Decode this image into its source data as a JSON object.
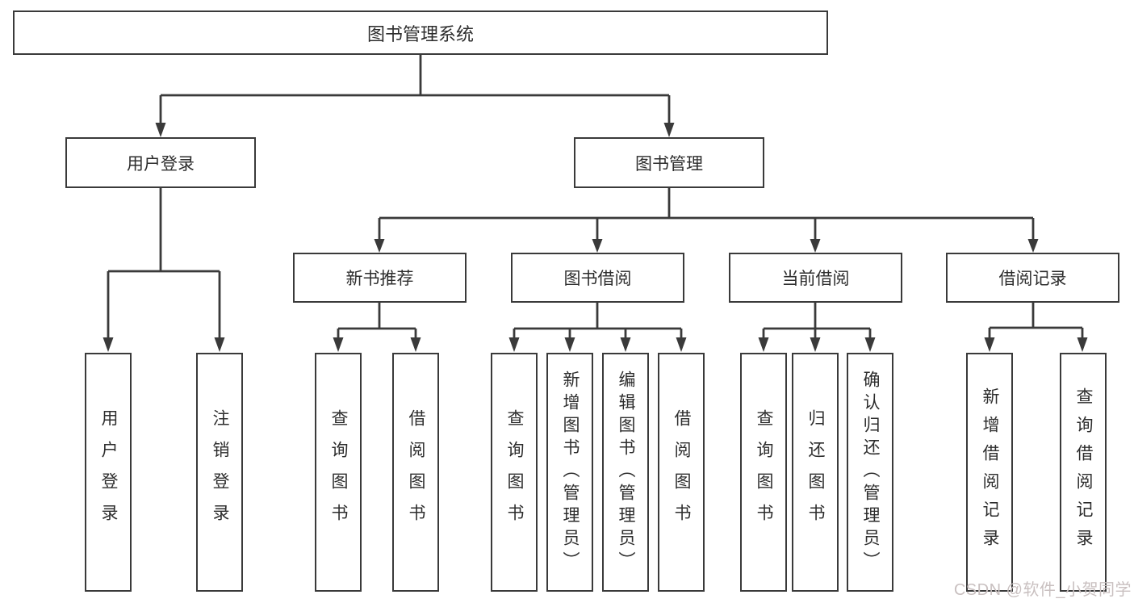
{
  "tree": {
    "label": "图书管理系统",
    "children": [
      {
        "label": "用户登录",
        "children": [
          {
            "label": "用户登录"
          },
          {
            "label": "注销登录"
          }
        ]
      },
      {
        "label": "图书管理",
        "children": [
          {
            "label": "新书推荐",
            "children": [
              {
                "label": "查询图书"
              },
              {
                "label": "借阅图书"
              }
            ]
          },
          {
            "label": "图书借阅",
            "children": [
              {
                "label": "查询图书"
              },
              {
                "label": "新增图书（管理员）"
              },
              {
                "label": "编辑图书（管理员）"
              },
              {
                "label": "借阅图书"
              }
            ]
          },
          {
            "label": "当前借阅",
            "children": [
              {
                "label": "查询图书"
              },
              {
                "label": "归还图书"
              },
              {
                "label": "确认归还（管理员）"
              }
            ]
          },
          {
            "label": "借阅记录",
            "children": [
              {
                "label": "新增借阅记录"
              },
              {
                "label": "查询借阅记录"
              }
            ]
          }
        ]
      }
    ]
  },
  "watermark": "CSDN @软件_小贺同学",
  "colors": {
    "line": "#3a3a3a",
    "box_border": "#3a3a3a",
    "box_fill": "#ffffff",
    "text": "#2d2d2d",
    "background": "#ffffff",
    "watermark": "#c9c0c0"
  }
}
